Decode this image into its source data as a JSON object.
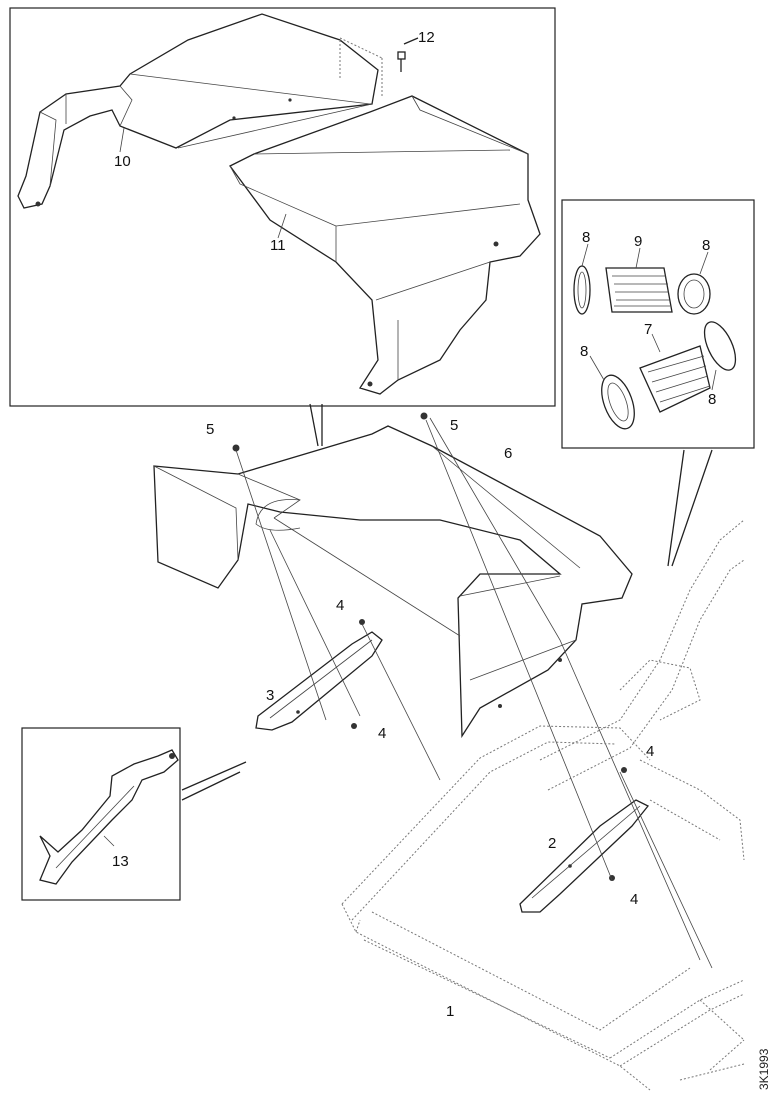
{
  "diagram": {
    "document_id": "3K1993",
    "callouts": {
      "c1": "1",
      "c2": "2",
      "c3": "3",
      "c4a": "4",
      "c4b": "4",
      "c4c": "4",
      "c4d": "4",
      "c5a": "5",
      "c5b": "5",
      "c6": "6",
      "c7": "7",
      "c8a": "8",
      "c8b": "8",
      "c8c": "8",
      "c8d": "8",
      "c9": "9",
      "c10": "10",
      "c11": "11",
      "c12": "12",
      "c13": "13"
    }
  }
}
